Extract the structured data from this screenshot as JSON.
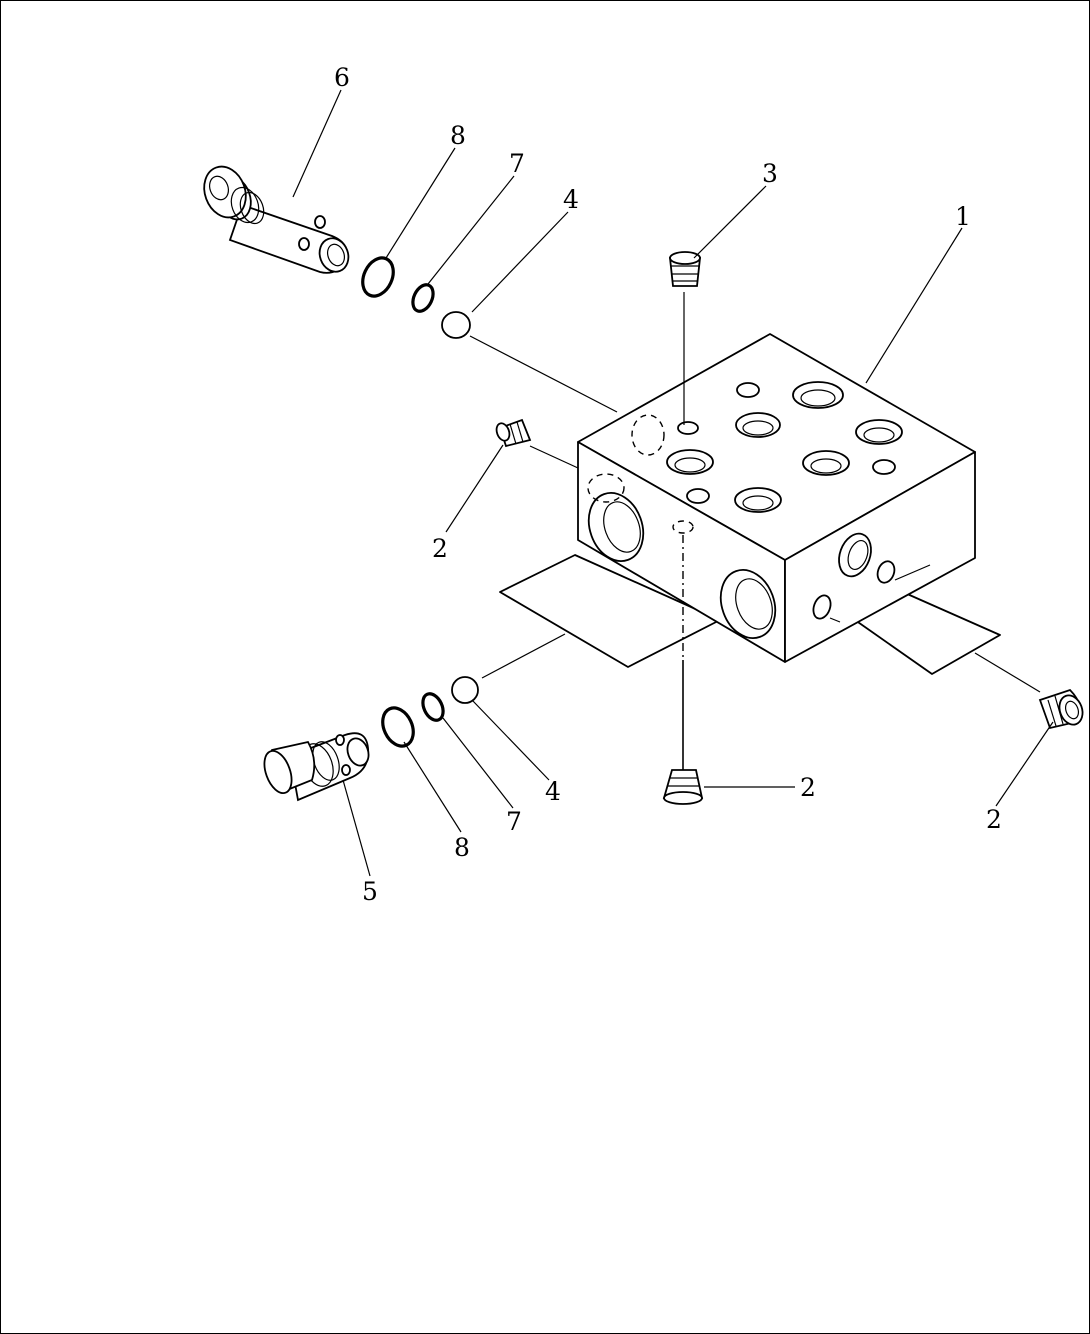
{
  "diagram": {
    "callouts": {
      "part_1": "1",
      "part_2_left": "2",
      "part_2_bottom": "2",
      "part_2_right": "2",
      "part_3": "3",
      "part_4_top": "4",
      "part_4_bottom": "4",
      "part_5": "5",
      "part_6": "6",
      "part_7_top": "7",
      "part_7_bottom": "7",
      "part_8_top": "8",
      "part_8_bottom": "8"
    }
  }
}
